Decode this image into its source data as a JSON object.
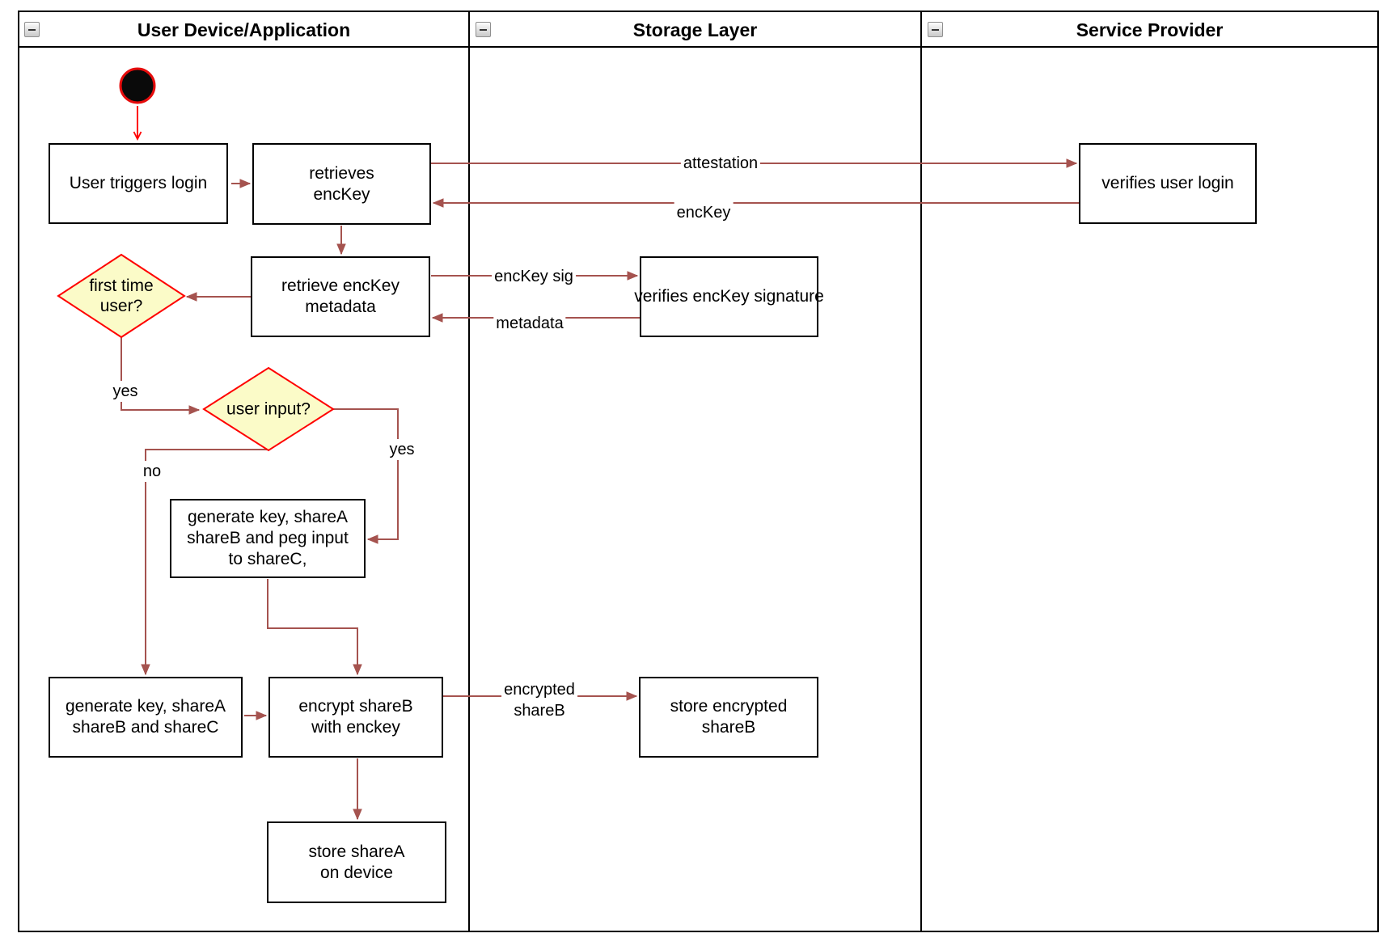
{
  "lanes": {
    "lane1": {
      "title": "User Device/Application"
    },
    "lane2": {
      "title": "Storage Layer"
    },
    "lane3": {
      "title": "Service Provider"
    }
  },
  "nodes": {
    "user_triggers_login": {
      "label": "User triggers login"
    },
    "retrieves_enckey": {
      "lines": [
        "retrieves",
        "encKey"
      ]
    },
    "retrieve_enckey_metadata": {
      "lines": [
        "retrieve encKey",
        "metadata"
      ]
    },
    "verifies_enckey_signature": {
      "label": "verifies encKey signature"
    },
    "verifies_user_login": {
      "label": "verifies user login"
    },
    "first_time_user": {
      "lines": [
        "first time",
        "user?"
      ]
    },
    "user_input": {
      "label": "user input?"
    },
    "generate_key_peg_input": {
      "lines": [
        "generate key, shareA",
        "shareB and peg input",
        "to shareC,"
      ]
    },
    "generate_key_sharec": {
      "lines": [
        "generate key, shareA",
        "shareB and shareC"
      ]
    },
    "encrypt_shareb": {
      "lines": [
        "encrypt shareB",
        "with enckey"
      ]
    },
    "store_encrypted_shareb": {
      "lines": [
        "store encrypted",
        "shareB"
      ]
    },
    "store_sharea": {
      "lines": [
        "store shareA",
        "on device"
      ]
    }
  },
  "edge_labels": {
    "attestation": "attestation",
    "enckey": "encKey",
    "enckey_sig": "encKey sig",
    "metadata": "metadata",
    "first_time_yes": "yes",
    "user_input_no": "no",
    "user_input_yes": "yes",
    "encrypted_shareb": {
      "lines": [
        "encrypted",
        "shareB"
      ]
    }
  },
  "colors": {
    "edge": "#A5534F",
    "accent_red": "#FF0000",
    "decision_fill": "#FBFBC8",
    "node_border": "#000000",
    "node_fill": "#FFFFFF",
    "start_fill": "#0A0A0A"
  }
}
